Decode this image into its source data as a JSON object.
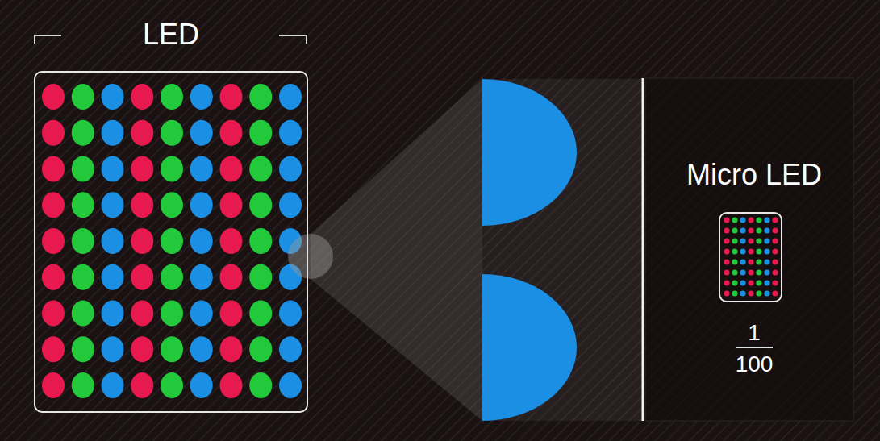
{
  "diagram": {
    "nodes": [
      {
        "text": [
          "LED"
        ]
      },
      {
        "text": [
          "Micro LED"
        ]
      }
    ],
    "labels": [
      "1",
      "100"
    ]
  }
}
